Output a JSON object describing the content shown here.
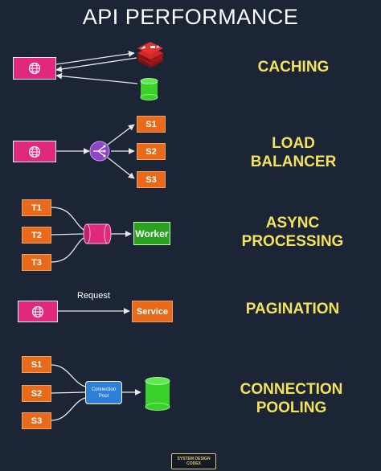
{
  "title": "API PERFORMANCE",
  "sections": {
    "caching": {
      "line1": "CACHING"
    },
    "load_balancer": {
      "line1": "LOAD",
      "line2": "BALANCER",
      "servers": [
        "S1",
        "S2",
        "S3"
      ]
    },
    "async": {
      "line1": "ASYNC",
      "line2": "PROCESSING",
      "tasks": [
        "T1",
        "T2",
        "T3"
      ],
      "worker": "Worker"
    },
    "pagination": {
      "line1": "PAGINATION",
      "request": "Request",
      "service": "Service"
    },
    "pooling": {
      "line1": "CONNECTION",
      "line2": "POOLING",
      "servers": [
        "S1",
        "S2",
        "S3"
      ],
      "pool_label": "Connection Pool"
    }
  },
  "footer": {
    "line1": "SYSTEM DESIGN",
    "line2": "CODEX"
  },
  "colors": {
    "background": "#1b2536",
    "label": "#f3e35a",
    "client": "#e0287f",
    "server": "#e96a1b",
    "worker": "#2aa11f",
    "pool": "#2e7fd8"
  }
}
